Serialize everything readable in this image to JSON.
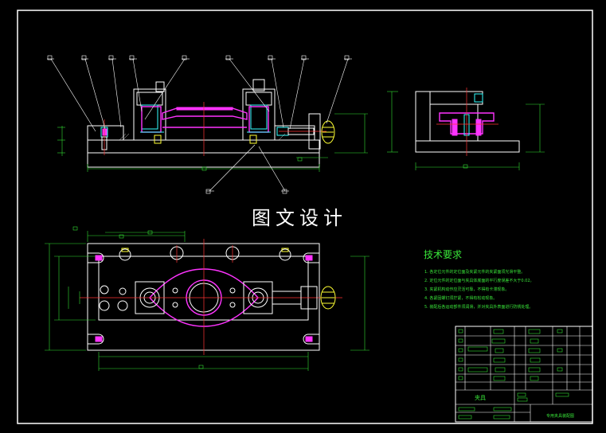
{
  "drawing": {
    "title": "图文设计",
    "requirements": {
      "heading": "技术要求",
      "lines": [
        "1. 各定位元件的定位面及夹紧元件的夹紧面须光滑平整。",
        "2. 定位元件的定位面与夹具体底面的平行度误差不大于0.02。",
        "3. 夹紧机构动作应灵活可靠，不得有卡滞现象。",
        "4. 各紧固螺钉须拧紧，不得有松动现象。",
        "5. 装配后各运动部件须润滑，并对夹具外表面进行防锈处理。"
      ]
    },
    "title_block": {
      "name_label": "夹具",
      "drawing_label": "专用夹具装配图"
    },
    "colors": {
      "background": "#000000",
      "outline": "#ffffff",
      "part_magenta": "#ff33ff",
      "part_cyan": "#33ffff",
      "dimension": "#33dd33",
      "centerline": "#ff3333",
      "handle": "#ffff33"
    }
  }
}
